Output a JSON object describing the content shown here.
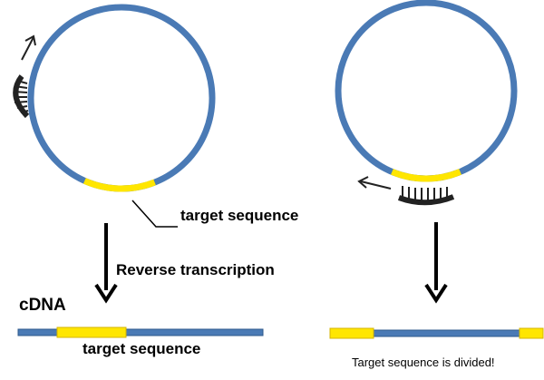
{
  "labels": {
    "target_top": "target sequence",
    "reverse_transcription": "Reverse transcription",
    "cdna": "cDNA",
    "target_bottom": "target sequence",
    "divided_note": "Target sequence is divided!"
  },
  "colors": {
    "strand": "#4a7ab5",
    "strand_outline": "#2f5a8c",
    "target": "#ffe600",
    "target_outline": "#d4b400",
    "primer": "#222222",
    "arrow": "#000000",
    "leader_line": "#000000"
  }
}
